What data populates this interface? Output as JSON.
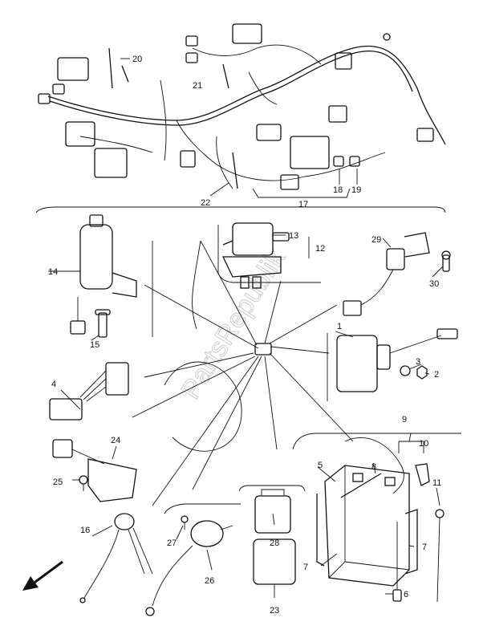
{
  "labels": {
    "p1": "1",
    "p2": "2",
    "p3": "3",
    "p4": "4",
    "p5": "5",
    "p6": "6",
    "p7a": "7",
    "p7b": "7",
    "p8": "8",
    "p9": "9",
    "p10": "10",
    "p11": "11",
    "p12": "12",
    "p13": "13",
    "p14": "14",
    "p15": "15",
    "p16": "16",
    "p17": "17",
    "p18": "18",
    "p19": "19",
    "p20": "20",
    "p21": "21",
    "p22": "22",
    "p23": "23",
    "p24": "24",
    "p25": "25",
    "p26": "26",
    "p27": "27",
    "p28": "28",
    "p29": "29",
    "p30": "30"
  },
  "watermark": "PartsRepublik"
}
